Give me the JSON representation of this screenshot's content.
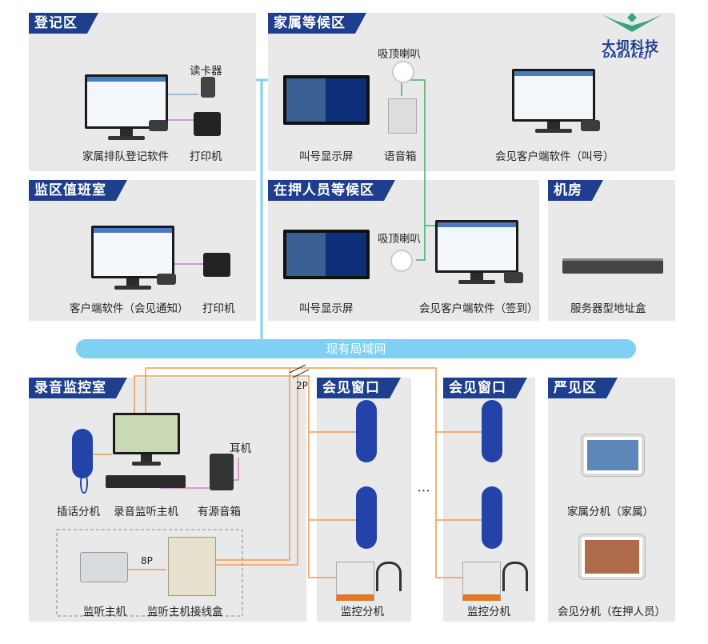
{
  "logo": {
    "name": "大坝科技",
    "sub": "DABAKEJI"
  },
  "zones": {
    "reg": "登记区",
    "family_wait": "家属等候区",
    "duty": "监区值班室",
    "detainee_wait": "在押人员等候区",
    "machine_room": "机房",
    "record": "录音监控室",
    "win1": "会见窗口",
    "win2": "会见窗口",
    "strict": "严见区"
  },
  "labels": {
    "card_reader": "读卡器",
    "family_queue_sw": "家属排队登记软件",
    "printer1": "打印机",
    "ceiling_spk1": "吸顶喇叭",
    "call_screen1": "叫号显示屏",
    "voice_box": "语音箱",
    "client_call": "会见客户端软件（叫号）",
    "client_notify": "客户端软件（会见通知）",
    "printer2": "打印机",
    "ceiling_spk2": "吸顶喇叭",
    "call_screen2": "叫号显示屏",
    "client_signin": "会见客户端软件（签到）",
    "server_box": "服务器型地址盒",
    "lan": "现有局域网",
    "two_p": "2P",
    "eight_p": "8P",
    "headphone": "耳机",
    "insert_ext": "插话分机",
    "record_host": "录音监听主机",
    "active_spk": "有源音箱",
    "monitor_host": "监听主机",
    "junction_box": "监听主机接线盒",
    "monitor_ext1": "监控分机",
    "monitor_ext2": "监控分机",
    "dots": "⋮",
    "family_ext": "家属分机（家属）",
    "meet_ext": "会见分机（在押人员）"
  }
}
